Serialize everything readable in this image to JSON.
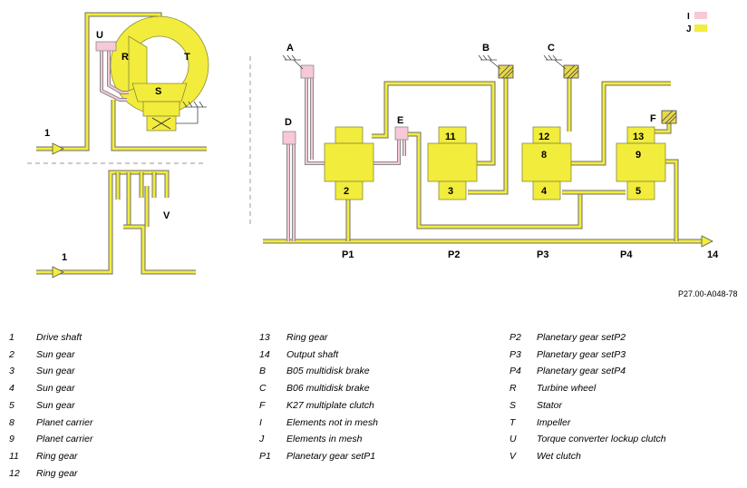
{
  "labels": {
    "one_top": "1",
    "one_bottom": "1",
    "U": "U",
    "R": "R",
    "T": "T",
    "S": "S",
    "V": "V",
    "A": "A",
    "B": "B",
    "C": "C",
    "D": "D",
    "E": "E",
    "F": "F",
    "g2": "2",
    "g11": "11",
    "g3": "3",
    "g12": "12",
    "g8": "8",
    "g4": "4",
    "g13": "13",
    "g9": "9",
    "g5": "5",
    "g14": "14",
    "P1": "P1",
    "P2": "P2",
    "P3": "P3",
    "P4": "P4"
  },
  "key": {
    "I": "I",
    "J": "J",
    "I_color": "#f7c8d8",
    "J_color": "#f2ec3c"
  },
  "reference": "P27.00-A048-78",
  "legend": [
    [
      {
        "num": "1",
        "text": "Drive shaft"
      },
      {
        "num": "2",
        "text": "Sun gear"
      },
      {
        "num": "3",
        "text": "Sun gear"
      },
      {
        "num": "4",
        "text": "Sun gear"
      },
      {
        "num": "5",
        "text": "Sun gear"
      },
      {
        "num": "8",
        "text": "Planet carrier"
      },
      {
        "num": "9",
        "text": "Planet carrier"
      },
      {
        "num": "11",
        "text": "Ring gear"
      },
      {
        "num": "12",
        "text": "Ring gear"
      }
    ],
    [
      {
        "num": "13",
        "text": "Ring gear"
      },
      {
        "num": "14",
        "text": "Output shaft"
      },
      {
        "num": "B",
        "text": "B05 multidisk brake"
      },
      {
        "num": "C",
        "text": "B06 multidisk brake"
      },
      {
        "num": "F",
        "text": "K27 multiplate clutch"
      },
      {
        "num": "I",
        "text": "Elements not in mesh"
      },
      {
        "num": "J",
        "text": "Elements in mesh"
      },
      {
        "num": "P1",
        "text": "Planetary gear setP1"
      }
    ],
    [
      {
        "num": "P2",
        "text": "Planetary gear setP2"
      },
      {
        "num": "P3",
        "text": "Planetary gear setP3"
      },
      {
        "num": "P4",
        "text": "Planetary gear setP4"
      },
      {
        "num": "R",
        "text": "Turbine wheel"
      },
      {
        "num": "S",
        "text": "Stator"
      },
      {
        "num": "T",
        "text": "Impeller"
      },
      {
        "num": "U",
        "text": "Torque converter lockup clutch"
      },
      {
        "num": "V",
        "text": "Wet clutch"
      }
    ]
  ]
}
